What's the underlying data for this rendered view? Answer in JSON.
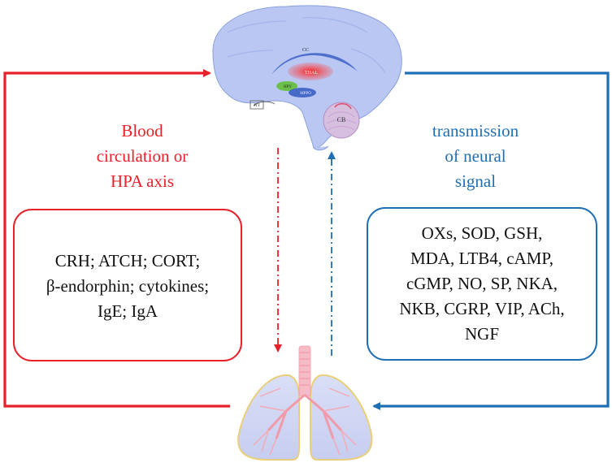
{
  "brain": {
    "labels": {
      "cc": "CC",
      "thal": "THAL",
      "hpy": "HPY",
      "mppo": "MPPO",
      "pit": "PIT",
      "cb": "CB"
    }
  },
  "left": {
    "title_lines": [
      "Blood",
      "circulation or",
      "HPA axis"
    ],
    "box_lines": [
      "CRH; ATCH; CORT;",
      "β-endorphin; cytokines;",
      "IgE; IgA"
    ],
    "color": "#e8202a"
  },
  "right": {
    "title_lines": [
      "transmission",
      "of neural",
      "signal"
    ],
    "box_lines": [
      "OXs, SOD, GSH,",
      "MDA, LTB4, cAMP,",
      "cGMP, NO, SP, NKA,",
      "NKB, CGRP, VIP, ACh,",
      "NGF"
    ],
    "color": "#1f6fb5"
  }
}
